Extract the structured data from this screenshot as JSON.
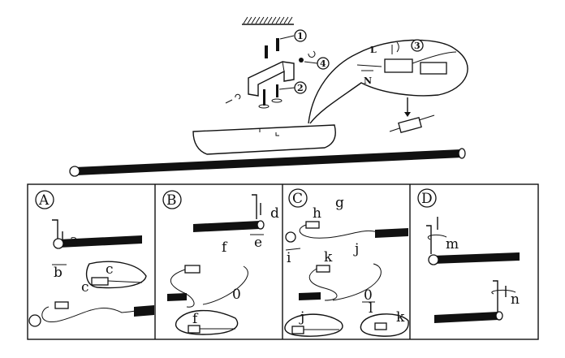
{
  "overview": {
    "callouts": [
      "1",
      "2",
      "3",
      "4"
    ],
    "wire_labels": {
      "live": "L",
      "neutral": "N"
    }
  },
  "panels": [
    {
      "id": "A",
      "labels": {
        "a": "a",
        "b": "b",
        "c_zoom": "c",
        "c_main": "c"
      }
    },
    {
      "id": "B",
      "labels": {
        "d": "d",
        "e": "e",
        "f_main": "f",
        "f_zoom": "f",
        "zero": "0"
      }
    },
    {
      "id": "C",
      "labels": {
        "g": "g",
        "h": "h",
        "i": "i",
        "j_main": "j",
        "k_main": "k",
        "zero": "0",
        "l": "l",
        "j_zoom": "j",
        "k_zoom": "k"
      }
    },
    {
      "id": "D",
      "labels": {
        "m": "m",
        "n": "n"
      }
    }
  ]
}
